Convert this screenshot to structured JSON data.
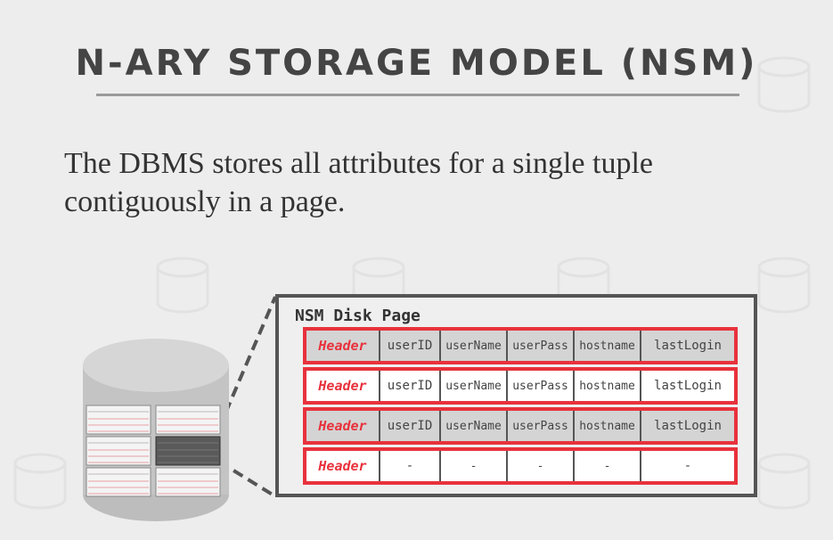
{
  "slide": {
    "title": "N-ARY STORAGE MODEL (NSM)",
    "body_lines": [
      "The DBMS stores all attributes for a single tuple",
      "contiguously in a page."
    ]
  },
  "disk_page": {
    "label": "NSM Disk Page",
    "rows": [
      {
        "header": "Header",
        "cells": [
          "userID",
          "userName",
          "userPass",
          "hostname",
          "lastLogin"
        ]
      },
      {
        "header": "Header",
        "cells": [
          "userID",
          "userName",
          "userPass",
          "hostname",
          "lastLogin"
        ]
      },
      {
        "header": "Header",
        "cells": [
          "userID",
          "userName",
          "userPass",
          "hostname",
          "lastLogin"
        ]
      },
      {
        "header": "Header",
        "cells": [
          "-",
          "-",
          "-",
          "-",
          "-"
        ]
      }
    ]
  },
  "colors": {
    "accent_red": "#e8323c",
    "title_text": "#444444",
    "frame": "#555555",
    "shaded_row": "#d4d4d4"
  },
  "icons": [
    "database-cylinder-icon",
    "background-database-icon"
  ]
}
